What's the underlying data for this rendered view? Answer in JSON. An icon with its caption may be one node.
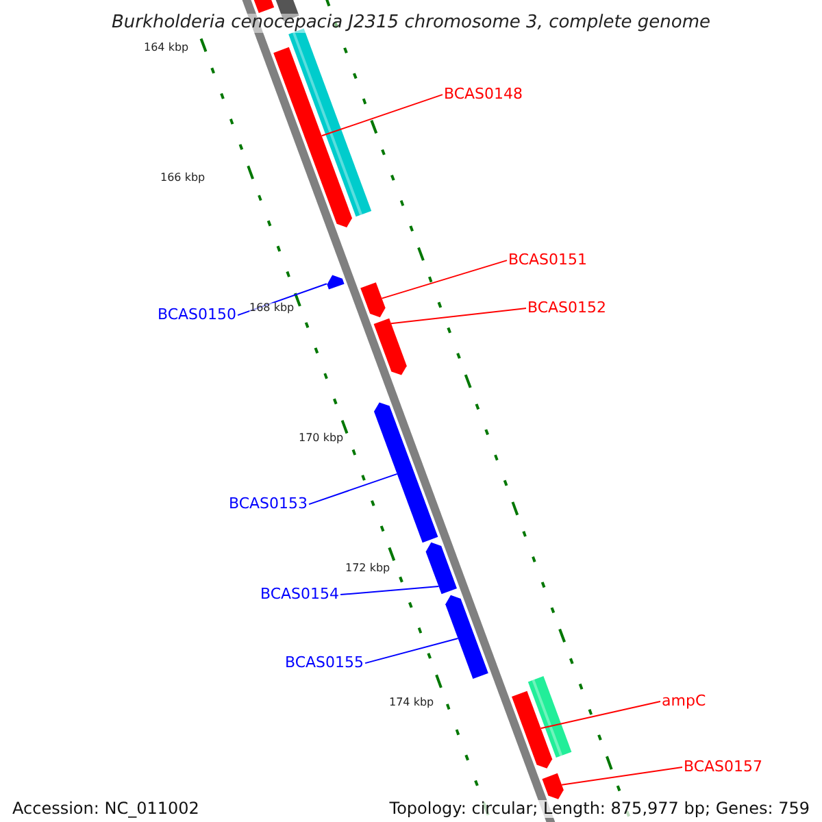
{
  "diagram": {
    "title": "Burkholderia cenocepacia J2315 chromosome 3, complete genome",
    "nodes": [
      {
        "text": [
          "BCAS0148"
        ]
      },
      {
        "text": [
          "BCAS0151"
        ]
      },
      {
        "text": [
          "BCAS0152"
        ]
      },
      {
        "text": [
          "BCAS0150"
        ]
      },
      {
        "text": [
          "BCAS0153"
        ]
      },
      {
        "text": [
          "BCAS0154"
        ]
      },
      {
        "text": [
          "BCAS0155"
        ]
      },
      {
        "text": [
          "ampC"
        ]
      },
      {
        "text": [
          "BCAS0157"
        ]
      },
      {
        "text": [],
        "shape": "bar"
      },
      {
        "text": [],
        "shape": "bar"
      },
      {
        "text": [],
        "shape": "bar"
      },
      {
        "text": [],
        "shape": "bar"
      },
      {
        "text": [],
        "shape": "bar"
      },
      {
        "text": [],
        "shape": "bar"
      },
      {
        "text": [],
        "shape": "bar"
      },
      {
        "text": [],
        "shape": "bar"
      },
      {
        "text": [],
        "shape": "bar"
      },
      {
        "text": [],
        "shape": "bar"
      },
      {
        "text": [],
        "shape": "bar"
      }
    ],
    "edges": [
      {
        "from": 0,
        "to": 11,
        "arrow": "none"
      },
      {
        "from": 1,
        "to": 13,
        "arrow": "none"
      },
      {
        "from": 2,
        "to": 14,
        "arrow": "none"
      },
      {
        "from": 3,
        "to": 12,
        "arrow": "none",
        "color": "#0000ff"
      },
      {
        "from": 4,
        "to": 15,
        "arrow": "none",
        "color": "#0000ff"
      },
      {
        "from": 5,
        "to": 16,
        "arrow": "none",
        "color": "#0000ff"
      },
      {
        "from": 6,
        "to": 17,
        "arrow": "none",
        "color": "#0000ff"
      },
      {
        "from": 7,
        "to": 18,
        "arrow": "none"
      },
      {
        "from": 8,
        "to": 19,
        "arrow": "none"
      }
    ],
    "labels": [
      "164 kbp",
      "166 kbp",
      "168 kbp",
      "170 kbp",
      "172 kbp",
      "174 kbp",
      "Accession: NC_011002",
      "Topology: circular; Length: 875,977 bp; Genes: 759"
    ]
  }
}
